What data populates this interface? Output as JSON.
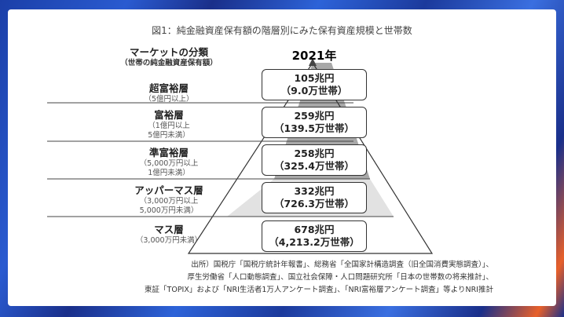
{
  "title": "図1：純金融資産保有額の階層別にみた保有資産規模と世帯数",
  "header": {
    "market": "マーケットの分類",
    "market_sub": "（世帯の純金融資産保有額）",
    "year": "2021年"
  },
  "tiers": [
    {
      "name": "超富裕層",
      "range": [
        "（5億円以上）"
      ],
      "assets": "105兆円",
      "households": "（9.0万世帯）"
    },
    {
      "name": "富裕層",
      "range": [
        "（1億円以上",
        "5億円未満）"
      ],
      "assets": "259兆円",
      "households": "（139.5万世帯）"
    },
    {
      "name": "準富裕層",
      "range": [
        "（5,000万円以上",
        "1億円未満）"
      ],
      "assets": "258兆円",
      "households": "（325.4万世帯）"
    },
    {
      "name": "アッパーマス層",
      "range": [
        "（3,000万円以上",
        "5,000万円未満）"
      ],
      "assets": "332兆円",
      "households": "（726.3万世帯）"
    },
    {
      "name": "マス層",
      "range": [
        "（3,000万円未満）"
      ],
      "assets": "678兆円",
      "households": "（4,213.2万世帯）"
    }
  ],
  "source": [
    "出所）国税庁「国税庁統計年報書」、総務省「全国家計構造調査（旧全国消費実態調査）」、",
    "厚生労働省「人口動態調査」、国立社会保障・人口問題研究所「日本の世帯数の将来推計」、",
    "東証「TOPIX」および「NRI生活者1万人アンケート調査」、「NRI富裕層アンケート調査」等よりNRI推計"
  ]
}
